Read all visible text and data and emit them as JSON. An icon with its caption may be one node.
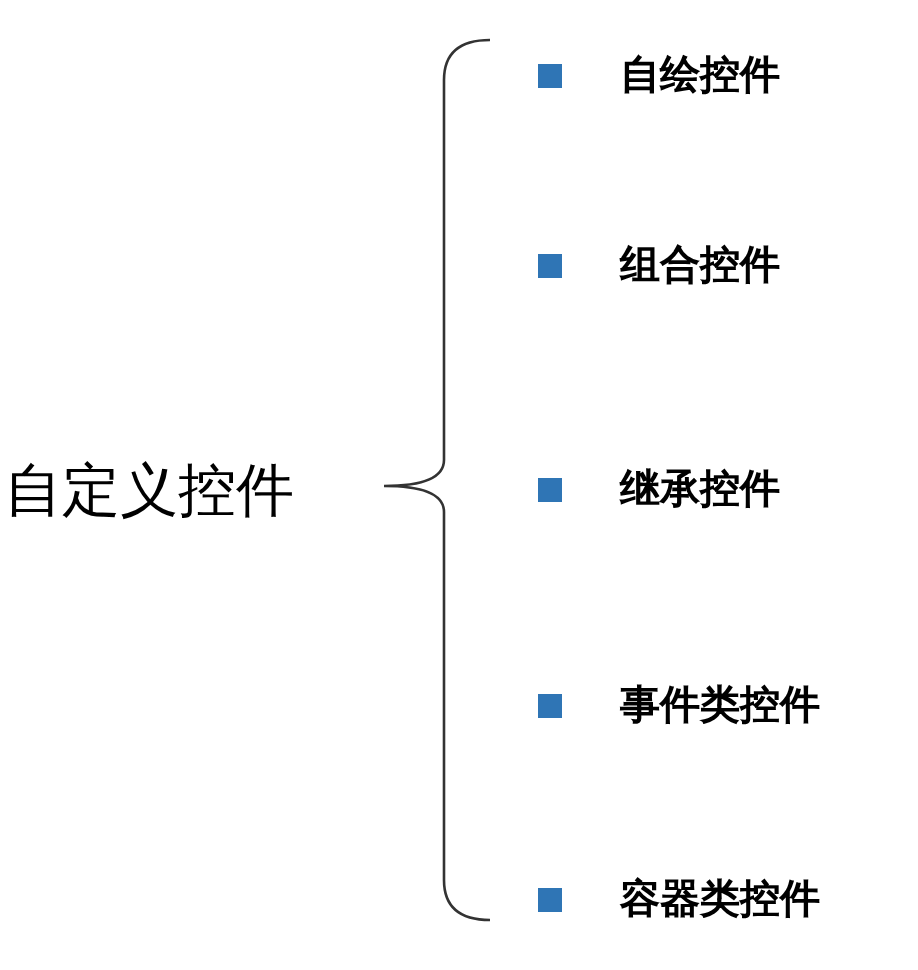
{
  "diagram": {
    "labels": [
      "自定义控件",
      "自绘控件",
      "组合控件",
      "继承控件",
      "事件类控件",
      "容器类控件"
    ]
  }
}
